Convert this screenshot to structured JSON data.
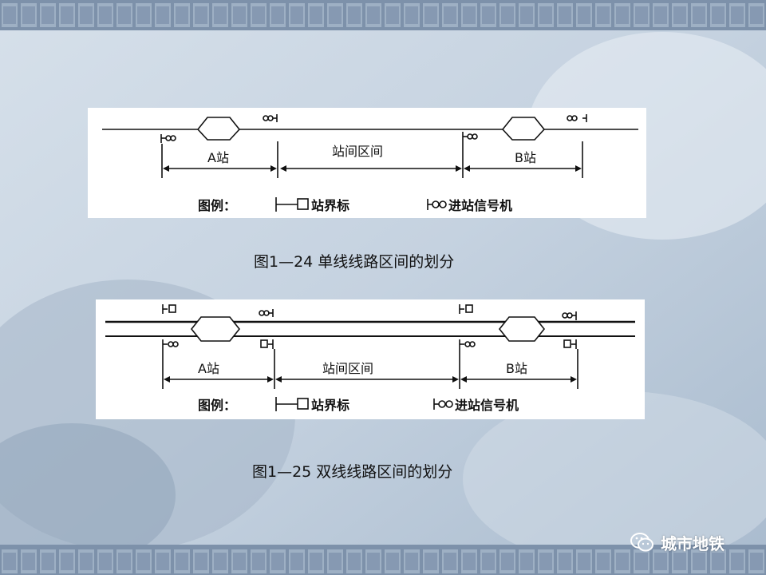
{
  "figure1": {
    "station_a": "A站",
    "interval": "站间区间",
    "station_b": "B站",
    "legend_title": "图例：",
    "legend_boundary": "站界标",
    "legend_signal": "进站信号机",
    "caption": "图1—24  单线线路区间的划分"
  },
  "figure2": {
    "station_a": "A站",
    "interval": "站间区间",
    "station_b": "B站",
    "legend_title": "图例：",
    "legend_boundary": "站界标",
    "legend_signal": "进站信号机",
    "caption": "图1—25  双线线路区间的划分"
  },
  "brand": {
    "icon": "wechat-icon",
    "name": "城市地铁"
  },
  "colors": {
    "background": "#b9c8d8",
    "band": "#8496ad",
    "panel": "#ffffff",
    "line": "#111111"
  }
}
